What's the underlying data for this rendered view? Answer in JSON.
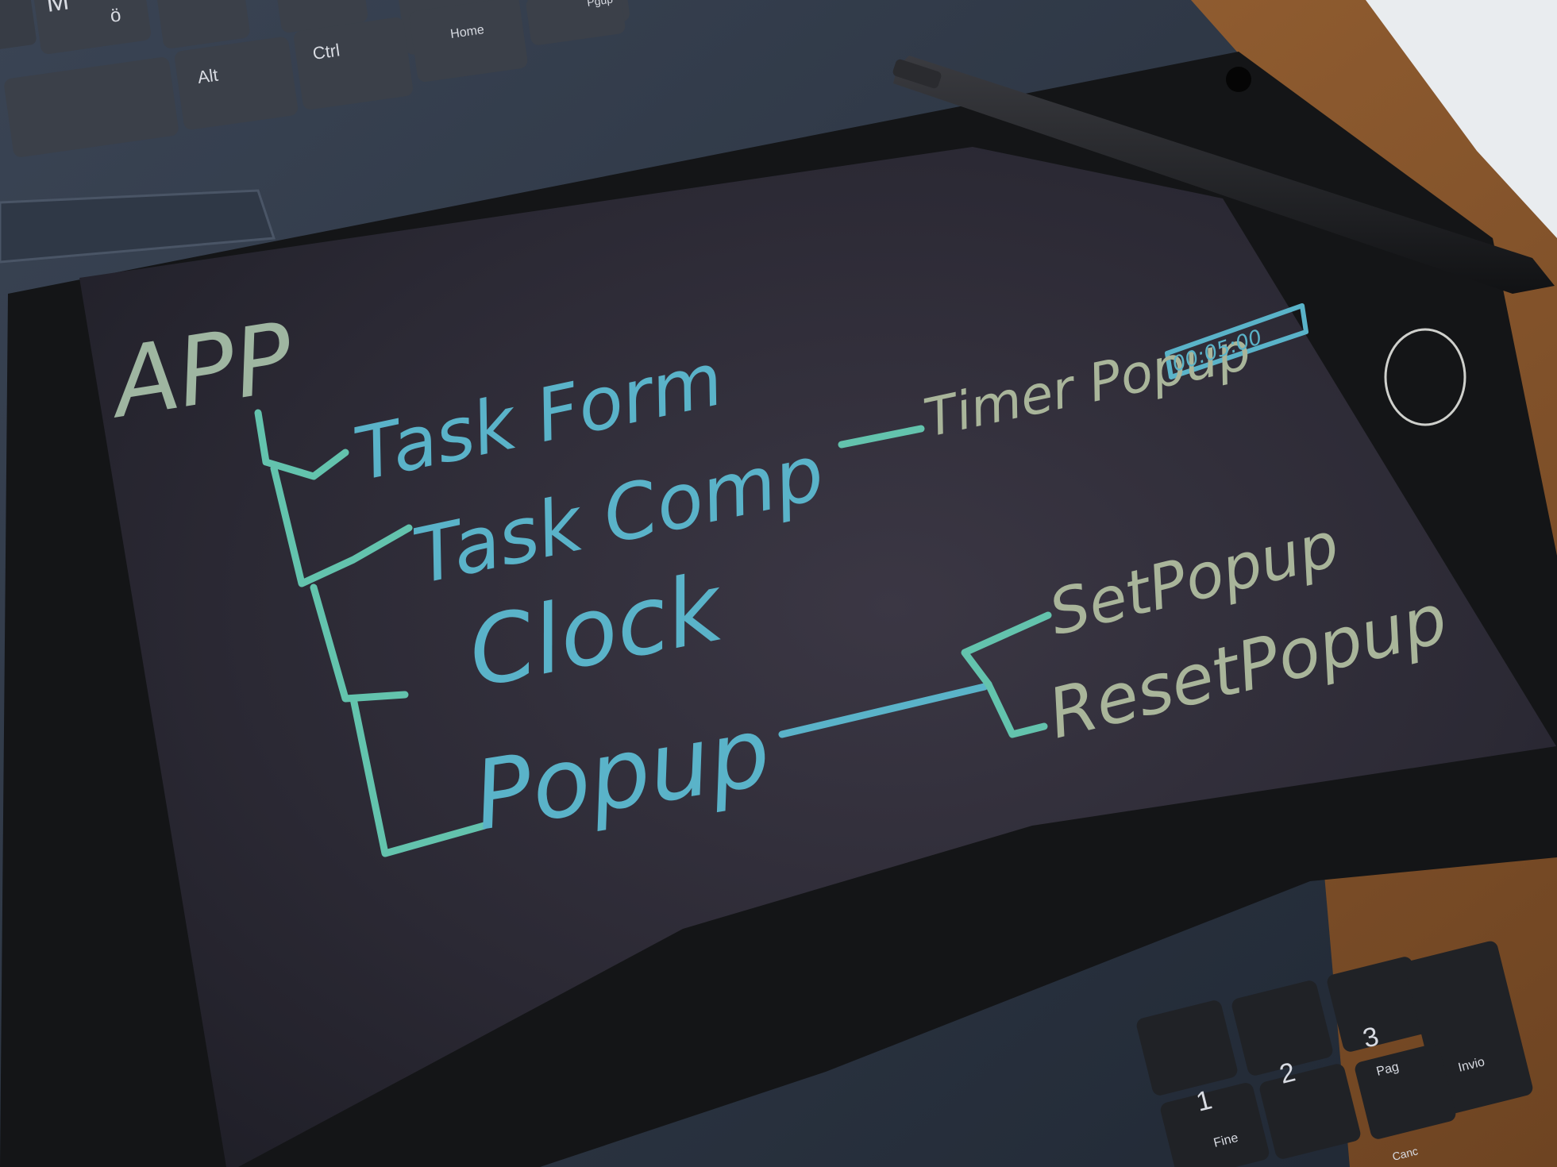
{
  "laptop_keys_top": {
    "k_m": "M",
    "k_o_umlaut": "ö",
    "k_alt": "Alt",
    "k_ctrl": "Ctrl",
    "k_home": "Home",
    "k_pgup": "Pgup"
  },
  "laptop_keys_bottom": {
    "k_1": "1",
    "k_fine": "Fine",
    "k_2": "2",
    "k_3": "3",
    "k_pag": "Pag",
    "k_invio": "Invio",
    "k_canc": "Canc"
  },
  "board": {
    "title": "APP",
    "items": {
      "task_form": "Task Form",
      "task_comp": "Task Comp",
      "clock": "Clock",
      "popup": "Popup"
    },
    "timer_popup": "Timer Popup",
    "timer_value": "00:05:00",
    "set_popup": "SetPopup",
    "reset_popup": "ResetPopup"
  },
  "colors": {
    "desk": "#8a5a32",
    "laptop": "#2b3442",
    "tablet_bezel": "#141517",
    "tablet_screen": "#2a2934",
    "ink_blue": "#5ab3c9",
    "ink_teal": "#63c3ad",
    "ink_yellow": "#a9b59a",
    "stylus": "#1b1c1f"
  }
}
